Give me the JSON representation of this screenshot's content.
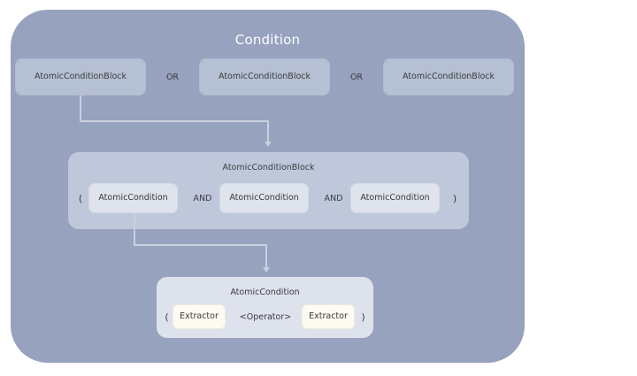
{
  "diagram": {
    "title": "Condition",
    "title_color": "#ffffff",
    "container_color": "#96A2BE",
    "top_row": {
      "blocks": [
        {
          "label": "AtomicConditionBlock"
        },
        {
          "label": "AtomicConditionBlock"
        },
        {
          "label": "AtomicConditionBlock"
        }
      ],
      "operators": [
        {
          "label": "OR"
        },
        {
          "label": "OR"
        }
      ]
    },
    "mid_panel": {
      "title": "AtomicConditionBlock",
      "open_paren": "(",
      "close_paren": ")",
      "fill_color": "#BFC8DA",
      "conditions": [
        {
          "label": "AtomicCondition"
        },
        {
          "label": "AtomicCondition"
        },
        {
          "label": "AtomicCondition"
        }
      ],
      "operators": [
        {
          "label": "AND"
        },
        {
          "label": "AND"
        }
      ]
    },
    "bottom_panel": {
      "title": "AtomicCondition",
      "open_paren": "(",
      "close_paren": ")",
      "fill_color": "#DDE2EC",
      "left_extractor": "Extractor",
      "operator": "<Operator>",
      "right_extractor": "Extractor"
    },
    "connectors": [
      {
        "name": "acb-to-mid-panel",
        "arrow": "down"
      },
      {
        "name": "ac-to-bottom-panel",
        "arrow": "down"
      }
    ]
  }
}
